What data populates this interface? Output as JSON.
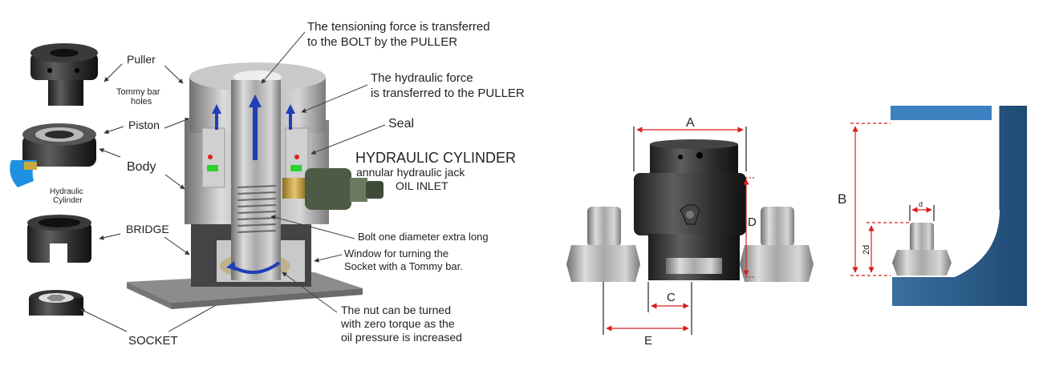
{
  "left_diagram": {
    "parts": {
      "puller": "Puller",
      "tommy_bar_holes_1": "Tommy bar",
      "tommy_bar_holes_2": "holes",
      "piston": "Piston",
      "body": "Body",
      "hydraulic_cylinder_1": "Hydraulic",
      "hydraulic_cylinder_2": "Cylinder",
      "bridge": "BRIDGE",
      "socket": "SOCKET"
    },
    "annotations": {
      "tension_1": "The tensioning force is transferred",
      "tension_2": "to the BOLT by the PULLER",
      "hydraulic_force_1": "The hydraulic force",
      "hydraulic_force_2": "is transferred to the PULLER",
      "seal": "Seal",
      "hydraulic_cylinder_title": "HYDRAULIC CYLINDER",
      "annular_jack": "annular hydraulic jack",
      "oil_inlet": "OIL INLET",
      "bolt_long": "Bolt one diameter extra long",
      "window_1": "Window for turning the",
      "window_2": "Socket with a Tommy bar.",
      "nut_1": "The nut can be turned",
      "nut_2": "with zero torque as the",
      "nut_3": "oil pressure is increased"
    }
  },
  "middle_diagram": {
    "dimensions": {
      "a": "A",
      "c": "C",
      "d": "D",
      "e": "E"
    }
  },
  "right_diagram": {
    "dimensions": {
      "b": "B",
      "two_d": "2d",
      "d_small": "d"
    }
  },
  "colors": {
    "dimension_red": "#d81e1e",
    "flange_blue": "#3a7ab8",
    "arrow_blue": "#1f3fb8",
    "seal_green": "#2fd12f"
  }
}
